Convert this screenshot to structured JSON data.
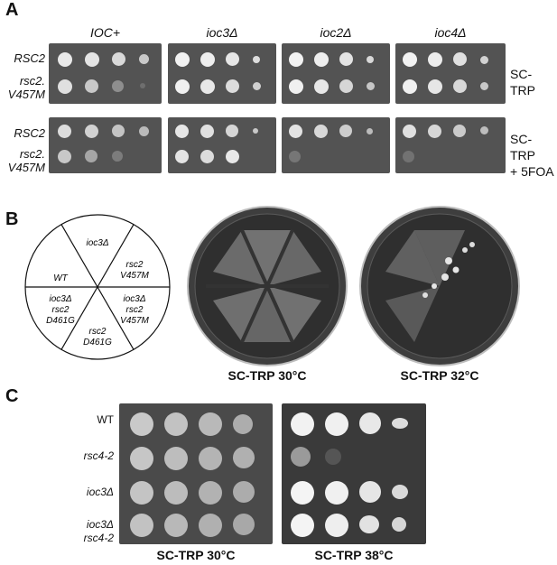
{
  "panel_a": {
    "letter": "A",
    "columns": [
      "IOC+",
      "ioc3Δ",
      "ioc2Δ",
      "ioc4Δ"
    ],
    "row_labels_top": [
      [
        "RSC2"
      ],
      [
        "rsc2.",
        "V457M"
      ]
    ],
    "row_labels_bottom": [
      [
        "RSC2"
      ],
      [
        "rsc2.",
        "V457M"
      ]
    ],
    "condition_top": [
      "SC-TRP"
    ],
    "condition_bottom": [
      "SC-TRP",
      "+ 5FOA"
    ]
  },
  "panel_b": {
    "letter": "B",
    "pie_sectors": {
      "top": [
        "ioc3Δ"
      ],
      "upper_right": [
        "rsc2",
        "V457M"
      ],
      "lower_right": [
        "ioc3Δ",
        "rsc2",
        "V457M"
      ],
      "bottom": [
        "rsc2",
        "D461G"
      ],
      "lower_left": [
        "ioc3Δ",
        "rsc2",
        "D461G"
      ],
      "upper_left": [
        "WT"
      ]
    },
    "plate_labels": [
      "SC-TRP 30°C",
      "SC-TRP 32°C"
    ]
  },
  "panel_c": {
    "letter": "C",
    "row_labels": [
      [
        "WT"
      ],
      [
        "rsc4-2"
      ],
      [
        "ioc3Δ"
      ],
      [
        "ioc3Δ",
        "rsc4-2"
      ]
    ],
    "plate_labels": [
      "SC-TRP 30°C",
      "SC-TRP 38°C"
    ]
  }
}
